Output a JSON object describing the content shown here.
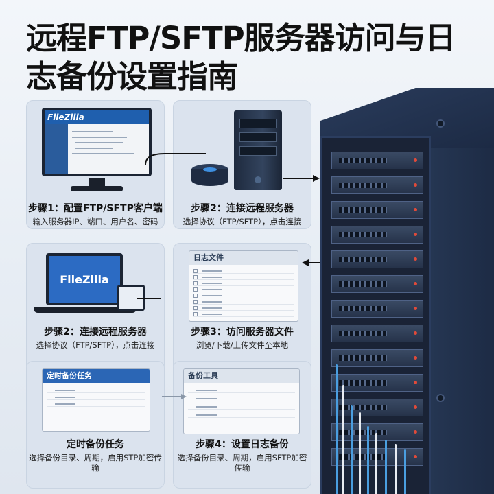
{
  "title": "远程FTP/SFTP服务器访问与日志备份设置指南",
  "cards": [
    {
      "step_title": "步骤1：配置FTP/SFTP客户端",
      "step_desc": "输入服务器IP、端口、用户名、密码",
      "app_name": "FileZilla"
    },
    {
      "step_title": "步骤2：连接远程服务器",
      "step_desc": "选择协议（FTP/SFTP），点击连接"
    },
    {
      "step_title": "步骤2：连接远程服务器",
      "step_desc": "选择协议（FTP/SFTP），点击连接",
      "app_name": "FileZilla"
    },
    {
      "step_title": "步骤3：访问服务器文件",
      "step_desc": "浏览/下载/上传文件至本地",
      "window_title": "日志文件"
    },
    {
      "step_title": "定时备份任务",
      "step_desc": "选择备份目录、周期，启用STP加密传输",
      "window_title": "定时备份任务"
    },
    {
      "step_title": "步骤4：设置日志备份",
      "step_desc": "选择备份目录、周期，启用SFTP加密传输",
      "window_title": "备份工具"
    }
  ],
  "colors": {
    "accent": "#2b66b5",
    "card_bg": "#dbe3ee",
    "rack": "#1a2336"
  }
}
